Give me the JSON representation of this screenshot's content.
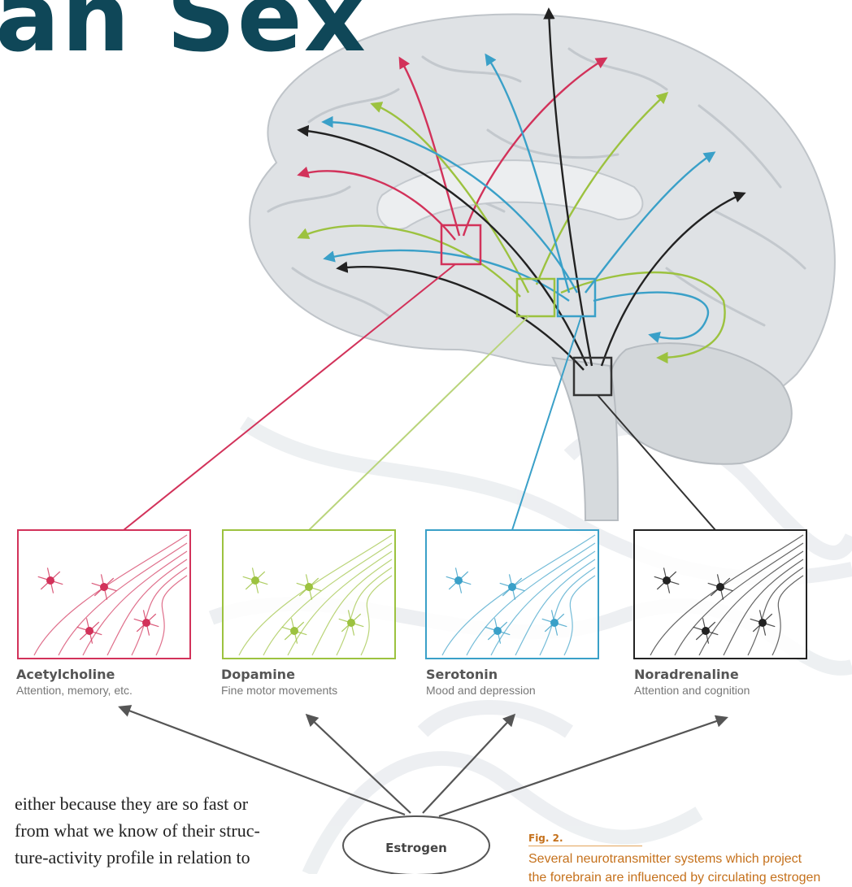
{
  "title": "an Sex",
  "systems": [
    {
      "name": "Acetylcholine",
      "desc": "Attention, memory, etc.",
      "color": "#d2325a"
    },
    {
      "name": "Dopamine",
      "desc": "Fine motor movements",
      "color": "#9cc23f"
    },
    {
      "name": "Serotonin",
      "desc": "Mood and depression",
      "color": "#3aa0c8"
    },
    {
      "name": "Noradrenaline",
      "desc": "Attention and cognition",
      "color": "#222222"
    }
  ],
  "estrogen_label": "Estrogen",
  "body_text": [
    "either because they are so fast or",
    "from what we know of their struc-",
    "ture-activity profile in relation to"
  ],
  "figure": {
    "label": "Fig. 2.",
    "caption_lines": [
      "Several neurotransmitter systems which project",
      "the forebrain are influenced by circulating estrogen"
    ]
  }
}
